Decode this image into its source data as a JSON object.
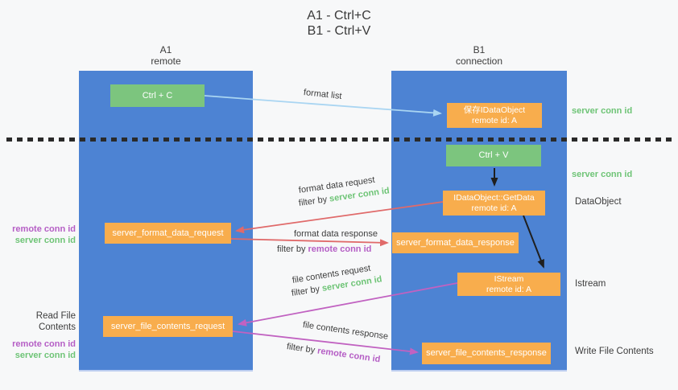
{
  "title": {
    "line1": "A1 - Ctrl+C",
    "line2": "B1 - Ctrl+V"
  },
  "columns": {
    "a": {
      "name": "A1",
      "role": "remote"
    },
    "b": {
      "name": "B1",
      "role": "connection"
    }
  },
  "boxes": {
    "ctrl_c": {
      "label": "Ctrl + C"
    },
    "save_dataobject": {
      "line1": "保存IDataObject",
      "line2": "remote id: A"
    },
    "ctrl_v": {
      "label": "Ctrl + V"
    },
    "getdata": {
      "line1": "IDataObject::GetData",
      "line2": "remote id: A"
    },
    "format_request": {
      "label": "server_format_data_request"
    },
    "format_response": {
      "label": "server_format_data_response"
    },
    "istream": {
      "line1": "IStream",
      "line2": "remote id: A"
    },
    "file_request": {
      "label": "server_file_contents_request"
    },
    "file_response": {
      "label": "server_file_contents_response"
    }
  },
  "flow_labels": {
    "format_list": "format list",
    "format_data_request": "format data request",
    "format_data_response": "format data response",
    "file_contents_request": "file contents request",
    "file_contents_response": "file contents response",
    "filter_by": "filter by ",
    "server_conn_id": "server conn id",
    "remote_conn_id": "remote conn id"
  },
  "side_labels": {
    "left_format": {
      "remote": "remote conn id",
      "server": "server conn id"
    },
    "left_file": {
      "title": "Read File Contents",
      "remote": "remote conn id",
      "server": "server conn id"
    },
    "right_save": "server conn id",
    "right_ctrl_v": "server conn id",
    "right_dataobject": "DataObject",
    "right_istream": "Istream",
    "right_write": "Write File Contents"
  },
  "colors": {
    "column_blue": "#4d83d3",
    "box_green": "#7cc57e",
    "box_orange": "#f8ad4d",
    "arrow_light_blue": "#a9d5f2",
    "arrow_red": "#e06a6a",
    "arrow_magenta": "#c162c1",
    "arrow_black": "#1f1f1f",
    "text_green": "#6ec476",
    "text_purple": "#b55ec5"
  }
}
